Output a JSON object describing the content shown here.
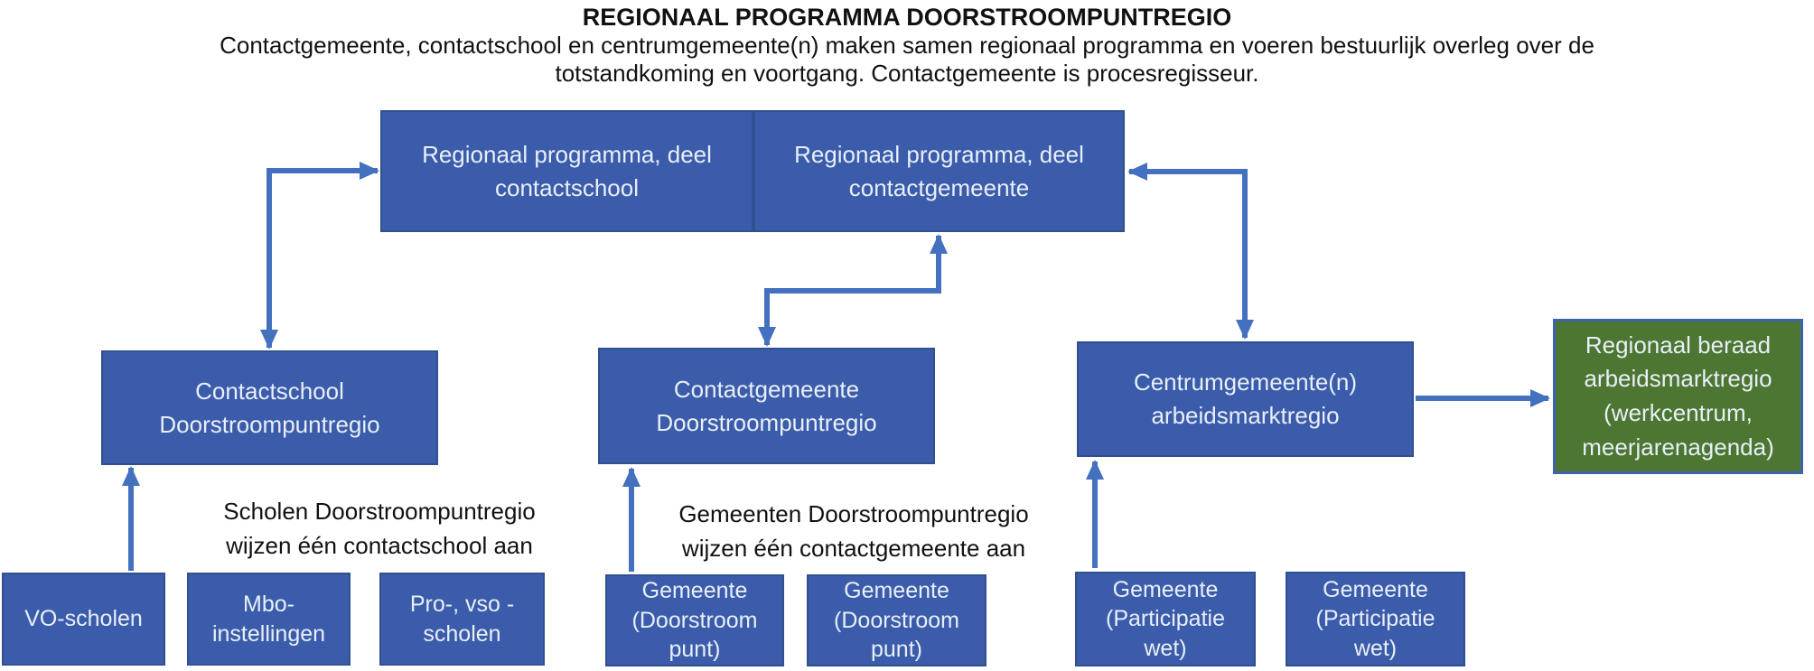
{
  "header": {
    "title": "REGIONAAL PROGRAMMA DOORSTROOMPUNTREGIO",
    "subtitle_line1": "Contactgemeente, contactschool en centrumgemeente(n) maken samen regionaal programma en voeren bestuurlijk overleg over de",
    "subtitle_line2": "totstandkoming en voortgang. Contactgemeente is procesregisseur."
  },
  "boxes": {
    "programma_contactschool": {
      "lines": [
        "Regionaal programma, deel",
        "contactschool"
      ]
    },
    "programma_contactgemeente": {
      "lines": [
        "Regionaal programma, deel",
        "contactgemeente"
      ]
    },
    "contactschool": {
      "lines": [
        "Contactschool",
        "Doorstroompuntregio"
      ]
    },
    "contactgemeente": {
      "lines": [
        "Contactgemeente",
        "Doorstroompuntregio"
      ]
    },
    "centrumgemeente": {
      "lines": [
        "Centrumgemeente(n)",
        "arbeidsmarktregio"
      ]
    },
    "regionaal_beraad": {
      "lines": [
        "Regionaal beraad",
        "arbeidsmarktregio",
        "(werkcentrum,",
        "meerjarenagenda)"
      ]
    },
    "vo_scholen": {
      "lines": [
        "VO-scholen"
      ]
    },
    "mbo_instellingen": {
      "lines": [
        "Mbo-",
        "instellingen"
      ]
    },
    "pro_vso_scholen": {
      "lines": [
        "Pro-, vso -",
        "scholen"
      ]
    },
    "gemeente_doorstroompunt_1": {
      "lines": [
        "Gemeente",
        "(Doorstroom",
        "punt)"
      ]
    },
    "gemeente_doorstroompunt_2": {
      "lines": [
        "Gemeente",
        "(Doorstroom",
        "punt)"
      ]
    },
    "gemeente_participatiewet_1": {
      "lines": [
        "Gemeente",
        "(Participatie",
        "wet)"
      ]
    },
    "gemeente_participatiewet_2": {
      "lines": [
        "Gemeente",
        "(Participatie",
        "wet)"
      ]
    }
  },
  "annotations": {
    "scholen": {
      "lines": [
        "Scholen Doorstroompuntregio",
        "wijzen één contactschool aan"
      ]
    },
    "gemeenten": {
      "lines": [
        "Gemeenten Doorstroompuntregio",
        "wijzen één contactgemeente aan"
      ]
    }
  },
  "colors": {
    "box_fill": "#3B5CAA",
    "box_border": "#30508F",
    "green_fill": "#4C7631",
    "green_border": "#3E63AD",
    "arrow": "#4371C0",
    "box_text": "#E9EFF8",
    "label_text": "#111111"
  }
}
